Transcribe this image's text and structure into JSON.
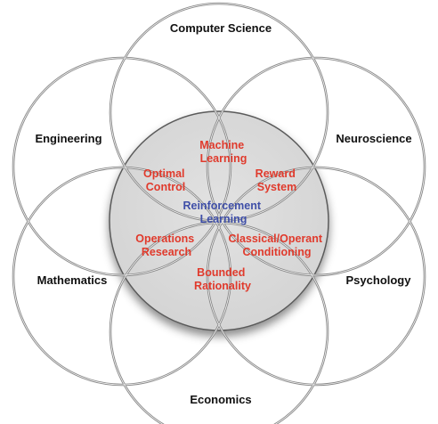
{
  "colors": {
    "ring_stroke": "#8a8a8a",
    "ring_stroke_inner": "#b9b9b9",
    "hub_fill": "#d3d3d3",
    "hub_fill_light": "#e2e2e2",
    "hub_stroke": "#5a5a5a",
    "outer_text": "#111111",
    "inner_text": "#e03a2c",
    "center_text": "#3f4fa8"
  },
  "center": {
    "line1": "Reinforcement",
    "line2": "Learning"
  },
  "disciplines": [
    {
      "id": "computer-science",
      "label": "Computer Science"
    },
    {
      "id": "neuroscience",
      "label": "Neuroscience"
    },
    {
      "id": "psychology",
      "label": "Psychology"
    },
    {
      "id": "economics",
      "label": "Economics"
    },
    {
      "id": "mathematics",
      "label": "Mathematics"
    },
    {
      "id": "engineering",
      "label": "Engineering"
    }
  ],
  "fields": [
    {
      "id": "machine-learning",
      "line1": "Machine",
      "line2": "Learning"
    },
    {
      "id": "reward-system",
      "line1": "Reward",
      "line2": "System"
    },
    {
      "id": "classical-operant-conditioning",
      "line1": "Classical/Operant",
      "line2": "Conditioning"
    },
    {
      "id": "bounded-rationality",
      "line1": "Bounded",
      "line2": "Rationality"
    },
    {
      "id": "operations-research",
      "line1": "Operations",
      "line2": "Research"
    },
    {
      "id": "optimal-control",
      "line1": "Optimal",
      "line2": "Control"
    }
  ]
}
